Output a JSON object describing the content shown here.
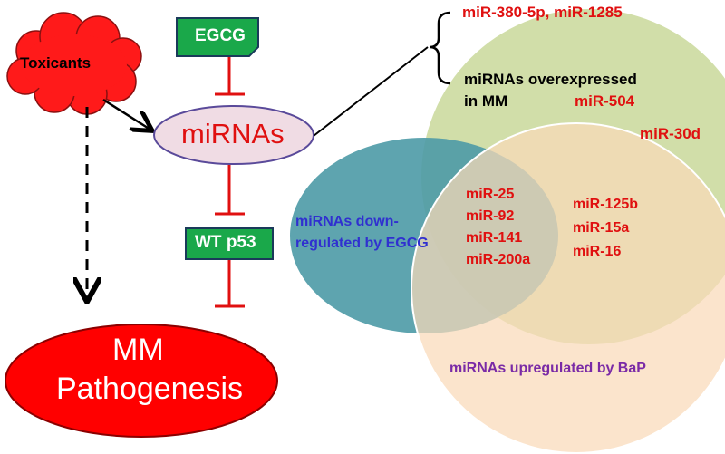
{
  "colors": {
    "red": "#e01010",
    "green_box": "#1aa84a",
    "green_circle": "#c9d89a",
    "blue_circle": "#4d9aa6",
    "peach_circle": "#fad9b8",
    "mirna_oval": "#f0dce4",
    "blue_text": "#3030d0",
    "purple_text": "#7a2aa6"
  },
  "nodes": {
    "toxicants": "Toxicants",
    "egcg": "EGCG",
    "mirnas": "miRNAs",
    "wt_p53": "WT p53",
    "mm_line1": "MM",
    "mm_line2": "Pathogenesis"
  },
  "venn": {
    "overexpressed_top": "miR-380-5p, miR-1285",
    "overexpressed_label_line1": "miRNAs overexpressed",
    "overexpressed_label_line2": "in MM",
    "mir504": "miR-504",
    "mir30d": "miR-30d",
    "egcg_label_line1": "miRNAs down-",
    "egcg_label_line2": "regulated by EGCG",
    "triple": [
      "miR-25",
      "miR-92",
      "miR-141",
      "miR-200a"
    ],
    "mm_bap": [
      "miR-125b",
      "miR-15a",
      "miR-16"
    ],
    "bap_label": "miRNAs upregulated by BaP"
  }
}
